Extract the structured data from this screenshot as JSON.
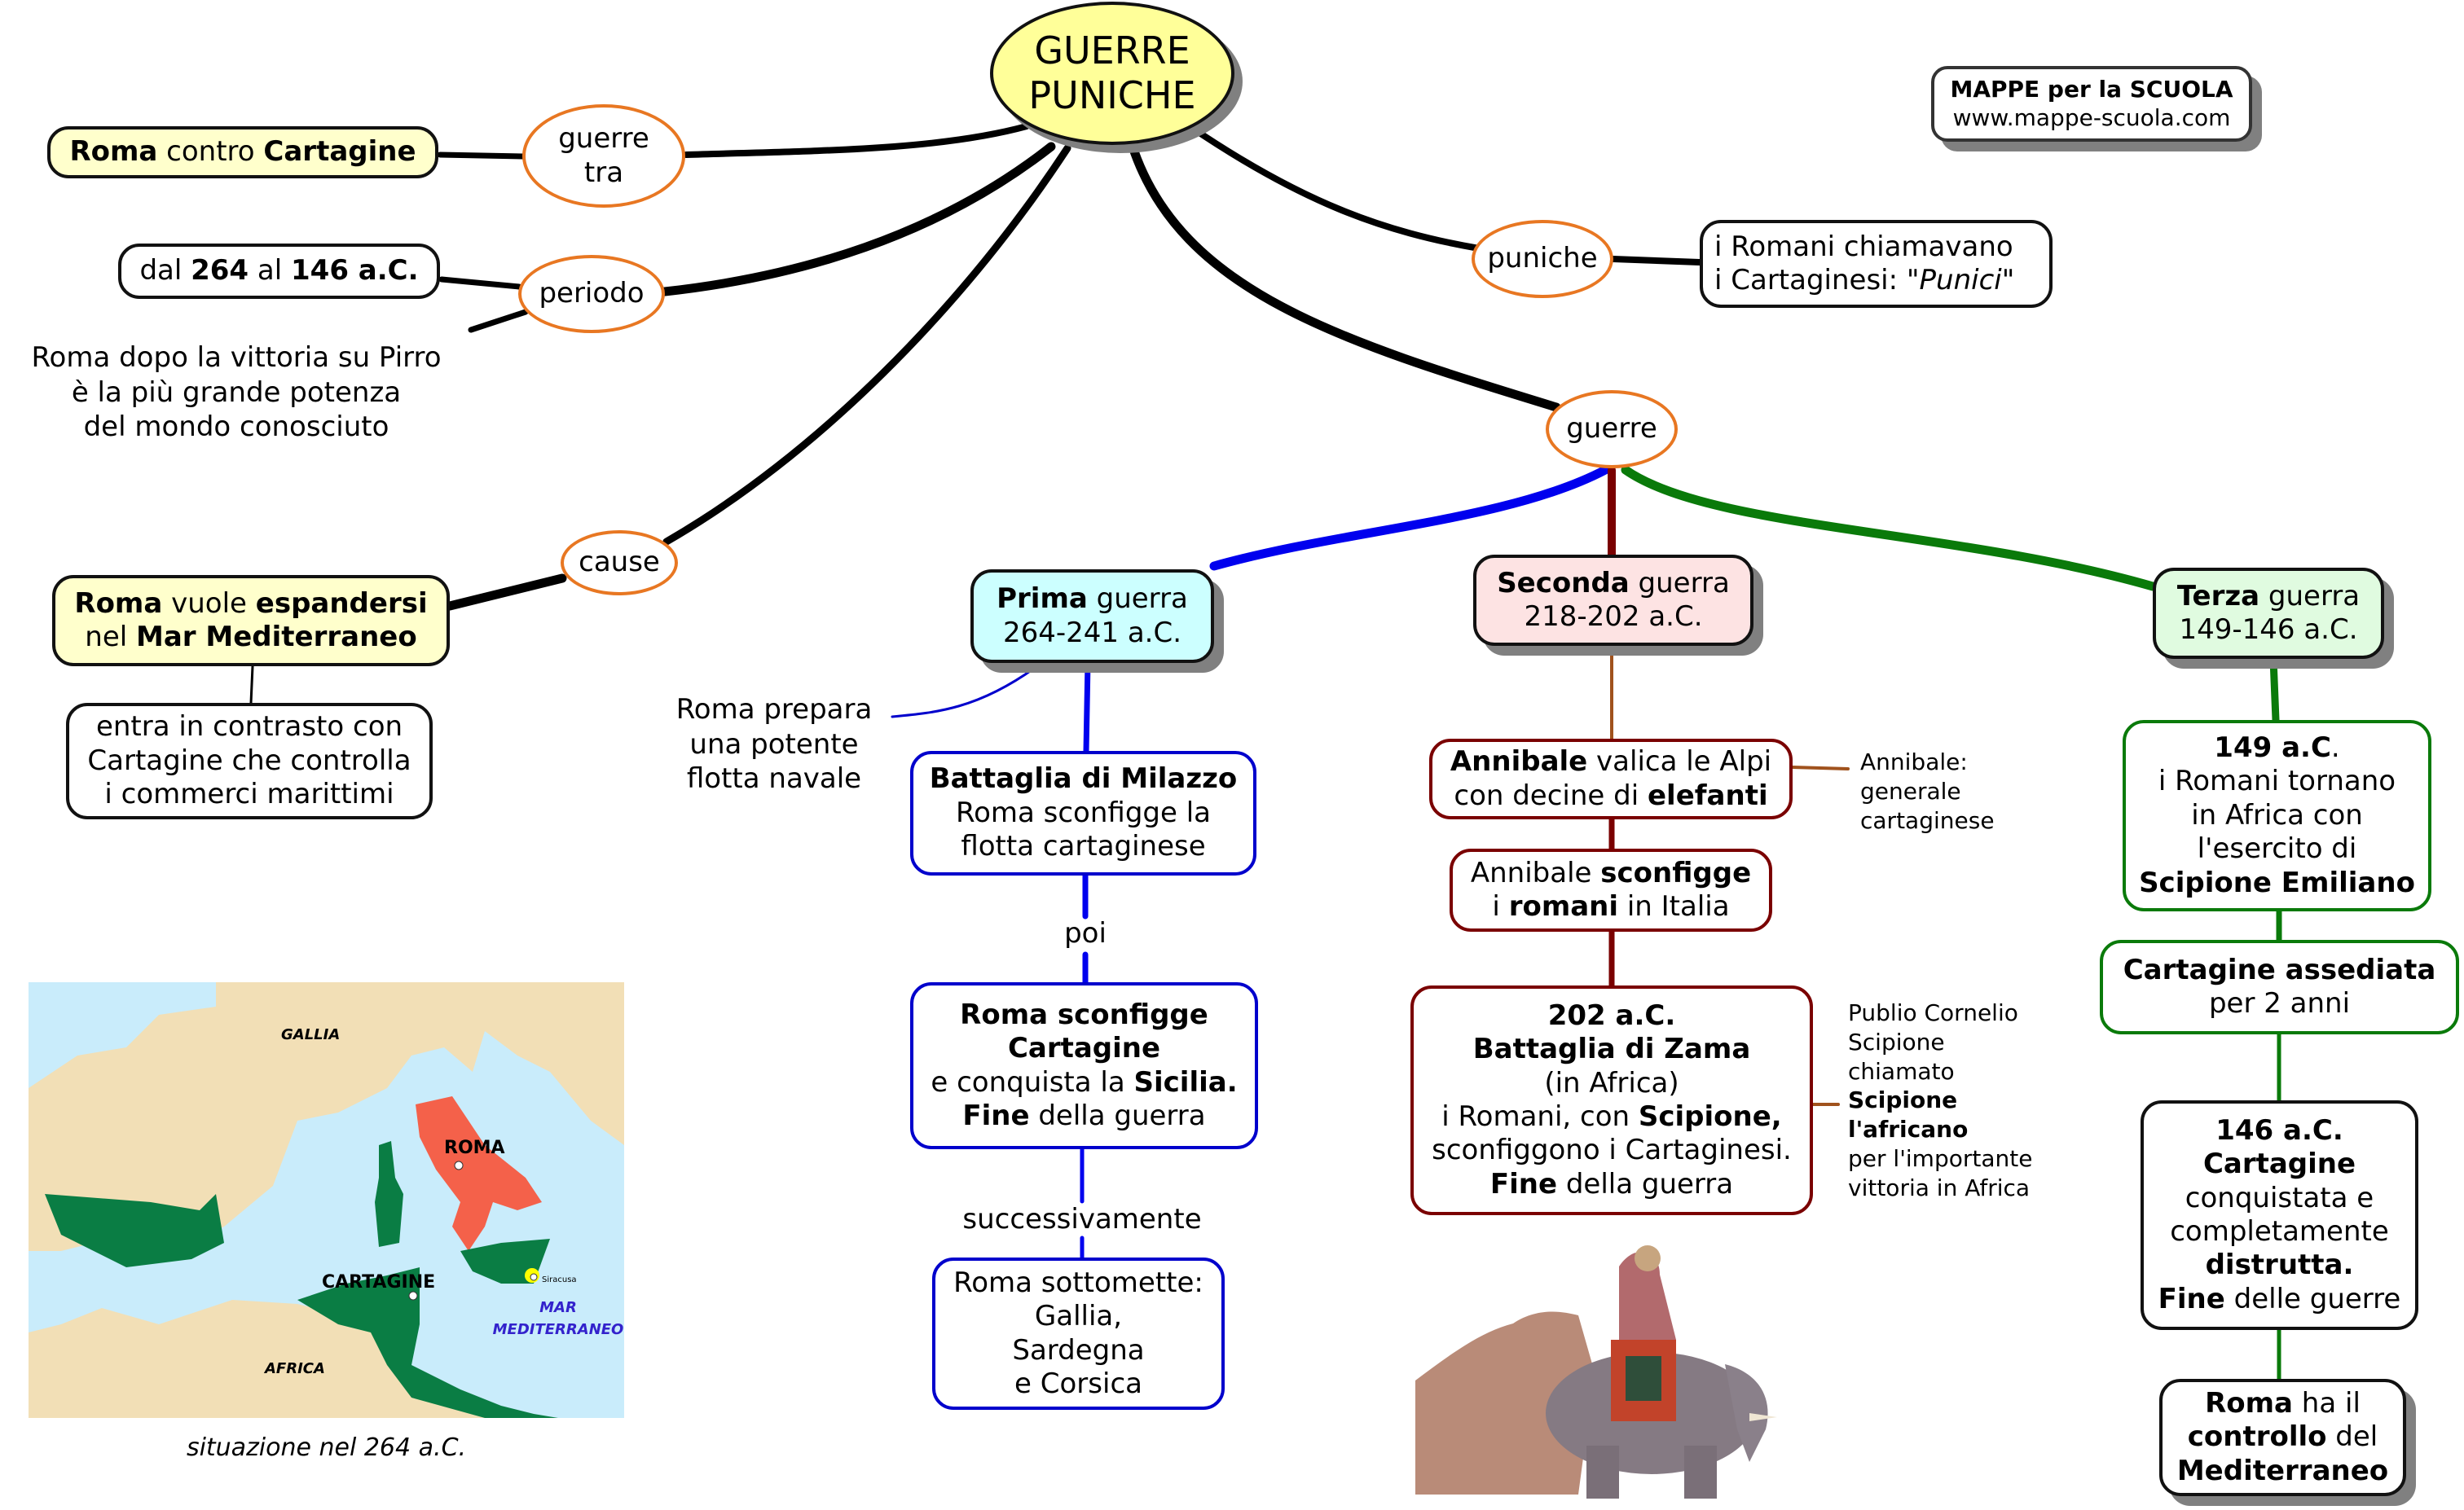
{
  "title": {
    "line1": "GUERRE",
    "line2": "PUNICHE"
  },
  "branding": {
    "name": "MAPPE per la SCUOLA",
    "url": "www.mappe-scuola.com"
  },
  "colors": {
    "central_fill": "#ffff99",
    "ellipse_border": "#e87722",
    "first_war": "#0000cc",
    "second_war": "#7a0000",
    "third_war": "#0a7a0a",
    "connector": "#000000"
  },
  "left": {
    "guerre_tra": {
      "line1": "guerre",
      "line2": "tra"
    },
    "roma_contro": {
      "b1": "Roma",
      "t1": " contro ",
      "b2": "Cartagine"
    },
    "periodo": "periodo",
    "dates": {
      "t1": "dal ",
      "b1": "264",
      "t2": " al ",
      "b2": "146 a.C."
    },
    "pirro": {
      "line1": "Roma dopo la vittoria su Pirro",
      "line2": "è la più grande potenza",
      "line3": "del mondo conosciuto"
    },
    "cause": "cause",
    "espandersi": {
      "b1": "Roma",
      "t1": " vuole ",
      "b2": "espandersi",
      "t2": "nel ",
      "b3": "Mar Mediterraneo"
    },
    "contrasto": {
      "line1": "entra in contrasto con",
      "line2": "Cartagine che controlla",
      "line3": "i commerci marittimi"
    }
  },
  "map": {
    "labels": {
      "gallia": "GALLIA",
      "roma": "ROMA",
      "cartagine": "CARTAGINE",
      "siracusa": "Siracusa",
      "mar": "MAR",
      "mediterraneo": "MEDITERRANEO",
      "africa": "AFRICA"
    },
    "caption": "situazione nel 264 a.C."
  },
  "right_top": {
    "puniche": "puniche",
    "punici_note": {
      "line1": "i Romani chiamavano",
      "line2": "i Cartaginesi: ",
      "italic": "\"Punici\""
    },
    "guerre": "guerre"
  },
  "first_war": {
    "header": {
      "b": "Prima",
      "t": " guerra",
      "dates": "264-241 a.C."
    },
    "side_note": {
      "line1": "Roma prepara",
      "line2": "una potente",
      "line3": "flotta navale"
    },
    "milazzo": {
      "b": "Battaglia di Milazzo",
      "line2": "Roma sconfigge la",
      "line3": "flotta cartaginese"
    },
    "link1": "poi",
    "victory": {
      "b1": "Roma sconfigge",
      "b2": "Cartagine",
      "t3": "e conquista la ",
      "b3": "Sicilia.",
      "b4": "Fine",
      "t4": " della guerra"
    },
    "link2": "successivamente",
    "subdue": {
      "line1": "Roma sottomette:",
      "line2": "Gallia,",
      "line3": "Sardegna",
      "line4": "e Corsica"
    }
  },
  "second_war": {
    "header": {
      "b": "Seconda",
      "t": " guerra",
      "dates": "218-202 a.C."
    },
    "alps": {
      "b1": "Annibale",
      "t1": " valica le Alpi",
      "t2": "con decine di ",
      "b2": "elefanti"
    },
    "annibale_note": {
      "line1": "Annibale:",
      "line2": "generale",
      "line3": "cartaginese"
    },
    "defeat": {
      "t1": "Annibale ",
      "b1": "sconfigge",
      "t2": "i ",
      "b2": "romani",
      "t3": " in Italia"
    },
    "zama": {
      "b1": "202 a.C.",
      "b2": "Battaglia di Zama",
      "t3": "(in Africa)",
      "t4": "i Romani, con ",
      "b4": "Scipione,",
      "t5": "sconfiggono i Cartaginesi.",
      "b6": "Fine",
      "t6": " della guerra"
    },
    "scipione_note": {
      "line1": "Publio Cornelio",
      "line2": "Scipione",
      "line3": "chiamato",
      "b4": "Scipione",
      "b5": "l'africano",
      "line6": "per l'importante",
      "line7": "vittoria in Africa"
    }
  },
  "third_war": {
    "header": {
      "b": "Terza",
      "t": " guerra",
      "dates": "149-146 a.C."
    },
    "return": {
      "b1": "149 a.C",
      "t1": ".",
      "line2": "i Romani tornano",
      "line3": "in Africa con",
      "line4": "l'esercito di",
      "b5": "Scipione Emiliano"
    },
    "siege": {
      "b1": "Cartagine assediata",
      "line2": "per 2 anni"
    },
    "destroyed": {
      "b1": "146 a.C.",
      "b2": "Cartagine",
      "line3": "conquistata e",
      "line4": "completamente",
      "b5": "distrutta.",
      "b6": "Fine",
      "t6": " delle guerre"
    },
    "control": {
      "b1": "Roma",
      "t1": " ha il",
      "b2": "controllo",
      "t2": " del",
      "b3": "Mediterraneo"
    }
  }
}
